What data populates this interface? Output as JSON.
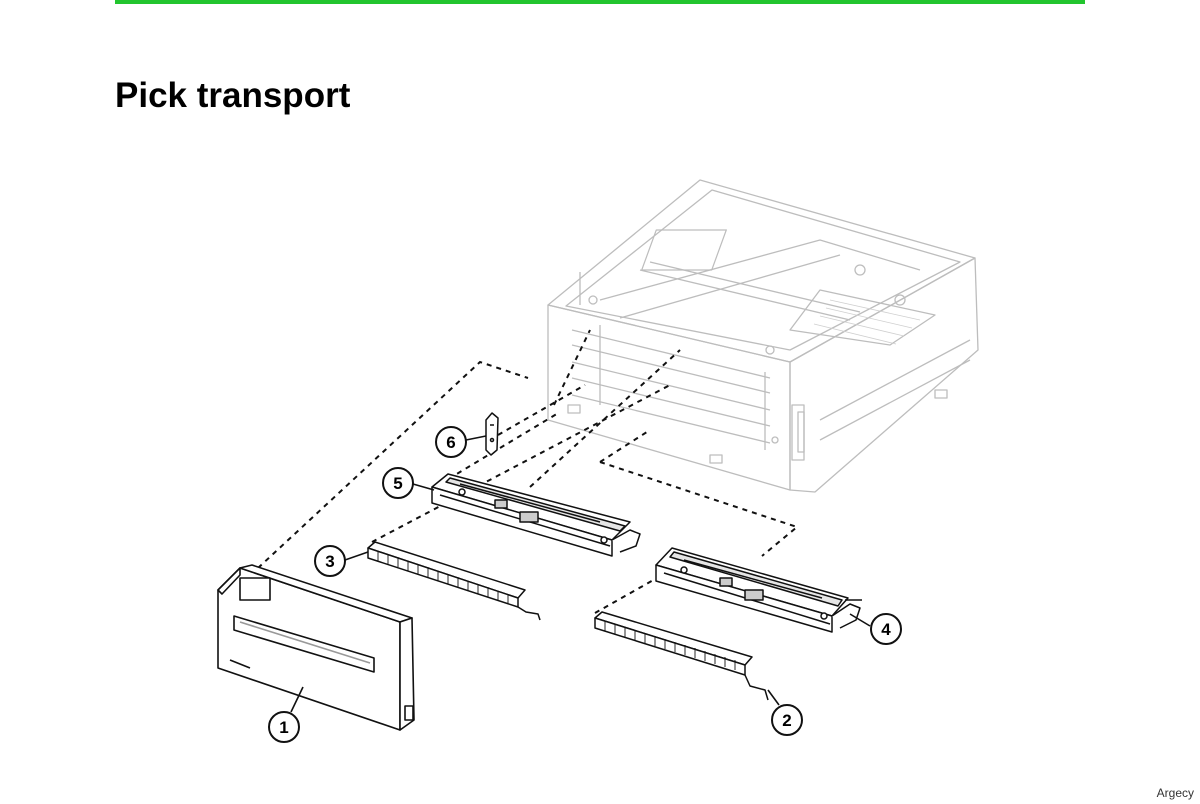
{
  "page": {
    "title": "Pick transport",
    "watermark": "Argecy"
  },
  "diagram": {
    "callouts": [
      "1",
      "2",
      "3",
      "4",
      "5",
      "6"
    ],
    "accent_color": "#22c52e"
  }
}
